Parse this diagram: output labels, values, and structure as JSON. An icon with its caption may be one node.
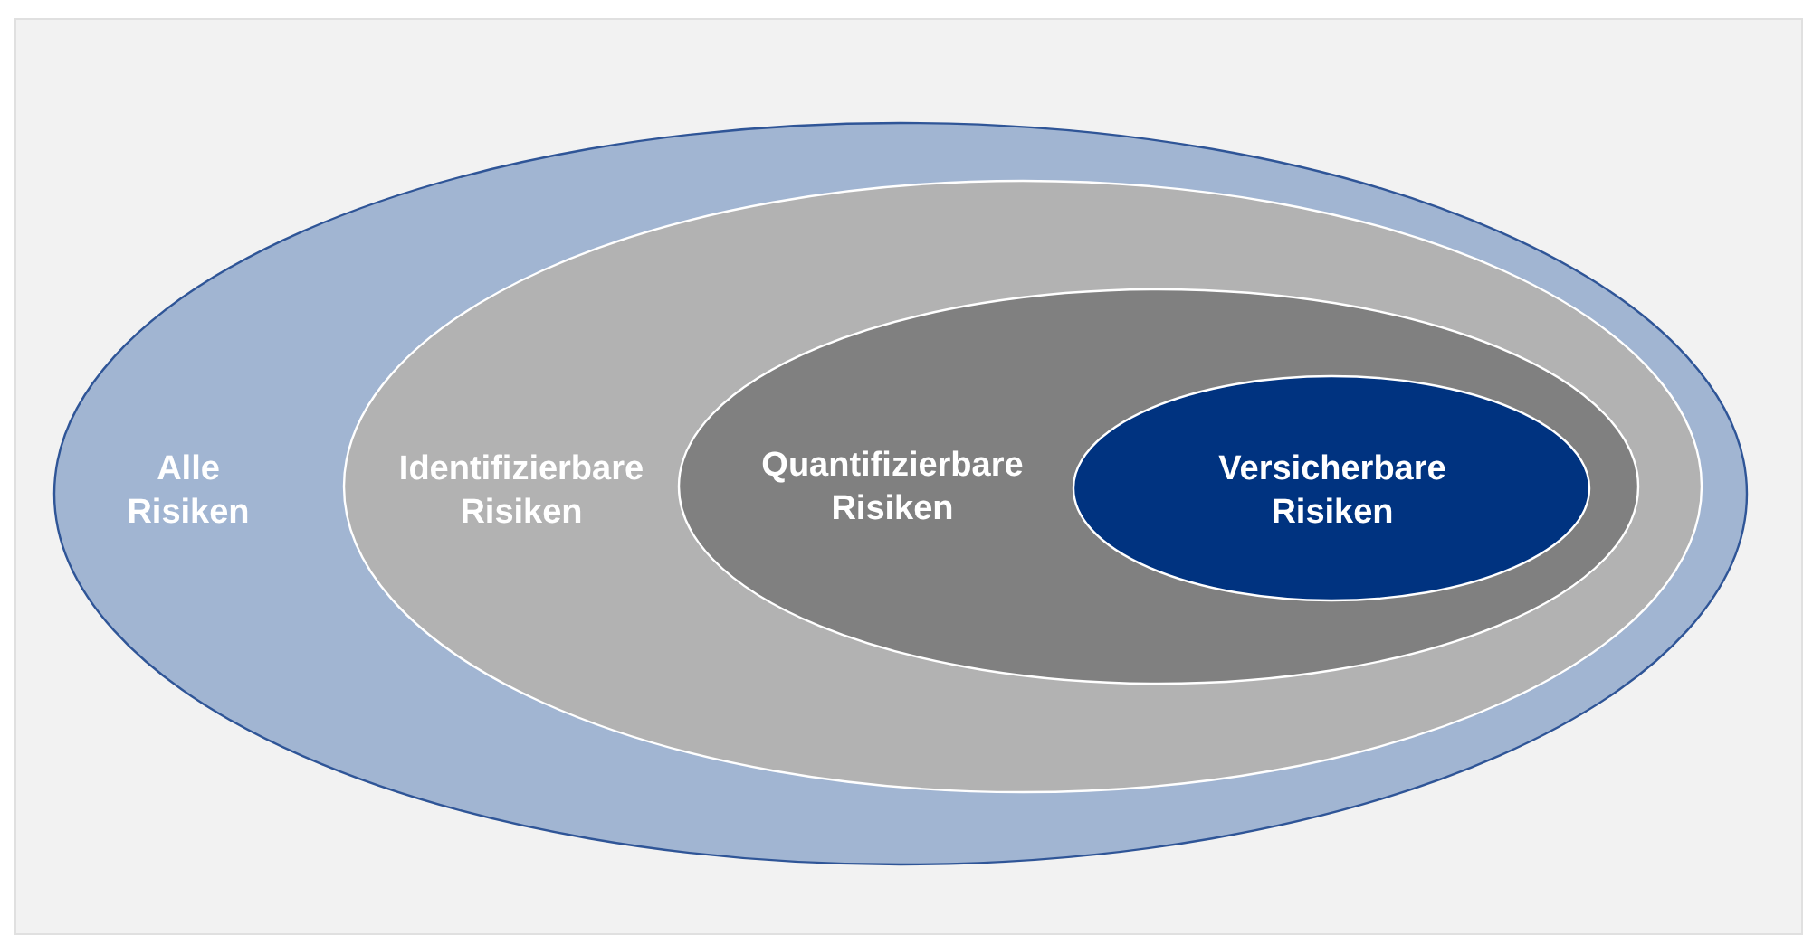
{
  "diagram": {
    "nodes": [
      {
        "text": [
          "Alle Risiken"
        ]
      },
      {
        "text": [
          "Identifizierbare Risiken"
        ],
        "in": 0
      },
      {
        "text": [
          "Quantifizierbare Risiken"
        ],
        "in": 1
      },
      {
        "text": [
          "Versicherbare Risiken"
        ],
        "in": 2
      }
    ]
  }
}
